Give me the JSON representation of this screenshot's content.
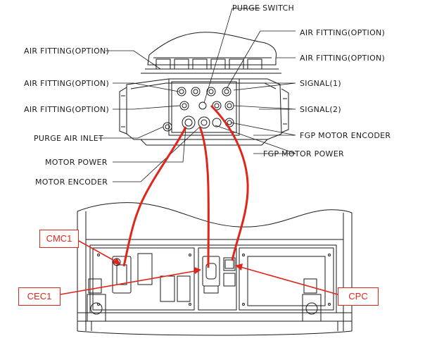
{
  "labels": {
    "purge_switch": "PURGE SWITCH",
    "air_fitting_option_top_right": "AIR FITTING(OPTION)",
    "air_fitting_option_right": "AIR FITTING(OPTION)",
    "air_fitting_option_top_left": "AIR FITTING(OPTION)",
    "air_fitting_option_mid_left": "AIR FITTING(OPTION)",
    "air_fitting_option_lower_left": "AIR FITTING(OPTION)",
    "signal_1": "SIGNAL(1)",
    "signal_2": "SIGNAL(2)",
    "purge_air_inlet": "PURGE AIR INLET",
    "fgp_motor_encoder": "FGP MOTOR ENCODER",
    "fgp_motor_power": "FGP MOTOR POWER",
    "motor_power": "MOTOR POWER",
    "motor_encoder": "MOTOR ENCODER"
  },
  "callouts": {
    "cmc1": "CMC1",
    "cec1": "CEC1",
    "cpc": "CPC"
  },
  "colors": {
    "line": "#1a1a1a",
    "accent": "#e0251b"
  }
}
